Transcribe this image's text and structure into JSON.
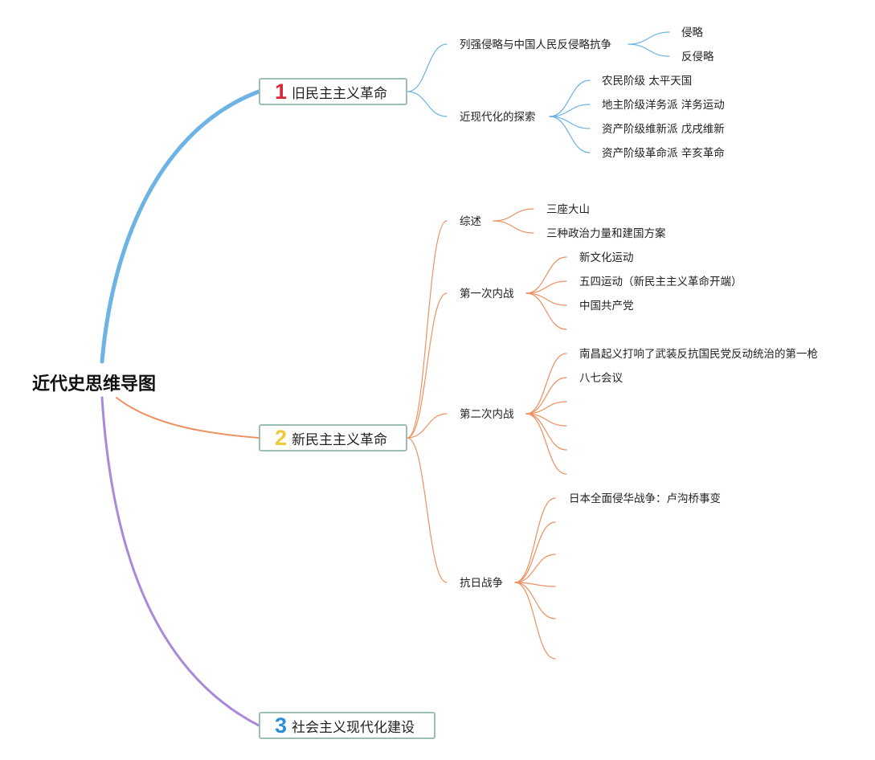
{
  "root": {
    "title": "近代史思维导图"
  },
  "branches": [
    {
      "number": "1",
      "number_color": "#d72a3b",
      "line_color": "#6db3e3",
      "title": "旧民主主义革命",
      "children": [
        {
          "label": "列强侵略与中国人民反侵略抗争",
          "children": [
            "侵略",
            "反侵略"
          ]
        },
        {
          "label": "近现代化的探索",
          "children": [
            "农民阶级 太平天国",
            "地主阶级洋务派 洋务运动",
            "资产阶级维新派 戊戌维新",
            "资产阶级革命派 辛亥革命"
          ]
        }
      ]
    },
    {
      "number": "2",
      "number_color": "#f0c93a",
      "line_color": "#ee9060",
      "title": "新民主主义革命",
      "children": [
        {
          "label": "综述",
          "children": [
            "三座大山",
            "三种政治力量和建国方案"
          ]
        },
        {
          "label": "第一次内战",
          "children": [
            "新文化运动",
            "五四运动（新民主主义革命开端）",
            "中国共产党",
            ""
          ]
        },
        {
          "label": "第二次内战",
          "children": [
            "南昌起义打响了武装反抗国民党反动统治的第一枪",
            "八七会议",
            "",
            "",
            "",
            ""
          ]
        },
        {
          "label": "抗日战争",
          "children": [
            "日本全面侵华战争：卢沟桥事变",
            "",
            "",
            "",
            "",
            ""
          ]
        }
      ]
    },
    {
      "number": "3",
      "number_color": "#2b8ed6",
      "line_color": "#a98ad9",
      "title": "社会主义现代化建设",
      "children": []
    }
  ]
}
